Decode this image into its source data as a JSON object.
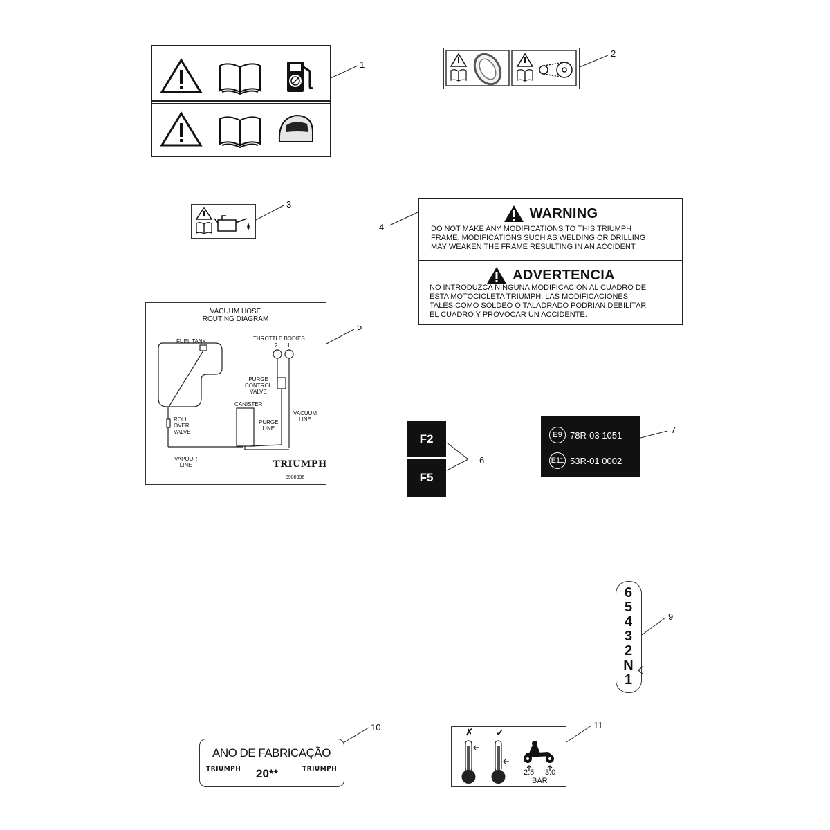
{
  "callouts": [
    "1",
    "2",
    "3",
    "4",
    "5",
    "6",
    "7",
    "9",
    "10",
    "11"
  ],
  "label4": {
    "warning_title": "WARNING",
    "warning_lines": [
      "DO  NOT MAKE ANY MODIFICATIONS TO THIS TRIUMPH",
      "FRAME.  MODIFICATIONS SUCH AS WELDING OR DRILLING",
      "MAY WEAKEN THE FRAME RESULTING IN AN ACCIDENT"
    ],
    "advertencia_title": "ADVERTENCIA",
    "advertencia_lines": [
      "NO INTRODUZCA NINGUNA MODIFICACION AL CUADRO DE",
      "ESTA MOTOCICLETA TRIUMPH.  LAS MODIFICACIONES",
      "TALES COMO SOLDEO O TALADRADO PODRIAN DEBILITAR",
      "EL CUADRO Y PROVOCAR UN ACCIDENTE."
    ]
  },
  "label5": {
    "title_line1": "VACUUM HOSE",
    "title_line2": "ROUTING DIAGRAM",
    "fuel_tank": "FUEL TANK",
    "throttle_bodies": "THROTTLE BODIES",
    "tb_2": "2",
    "tb_1": "1",
    "purge_control_valve": [
      "PURGE",
      "CONTROL",
      "VALVE"
    ],
    "canister": "CANISTER",
    "roll_over_valve": [
      "ROLL",
      "OVER",
      "VALVE"
    ],
    "purge_line": [
      "PURGE",
      "LINE"
    ],
    "vacuum_line": [
      "VACUUM",
      "LINE"
    ],
    "vapour_line": [
      "VAPOUR",
      "LINE"
    ],
    "brand": "TRIUMPH",
    "part_no": "3900336"
  },
  "label6": {
    "f2": "F2",
    "f5": "F5"
  },
  "label7": {
    "row1_circle": "E9",
    "row1_code": "78R-03 1051",
    "row2_circle": "E11",
    "row2_code": "53R-01 0002"
  },
  "label9": {
    "gears": [
      "6",
      "5",
      "4",
      "3",
      "2",
      "N",
      "1"
    ]
  },
  "label10": {
    "title": "ANO DE FABRICAÇÃO",
    "brand_left": "TRIUMPH",
    "year": "20**",
    "brand_right": "TRIUMPH"
  },
  "label11": {
    "mark_bad": "✗",
    "mark_good": "✓",
    "p1": "2.5",
    "p2": "3.0",
    "unit": "BAR"
  },
  "colors": {
    "ink": "#111111",
    "frame": "#222222",
    "chrome": "#9a9a9a"
  }
}
